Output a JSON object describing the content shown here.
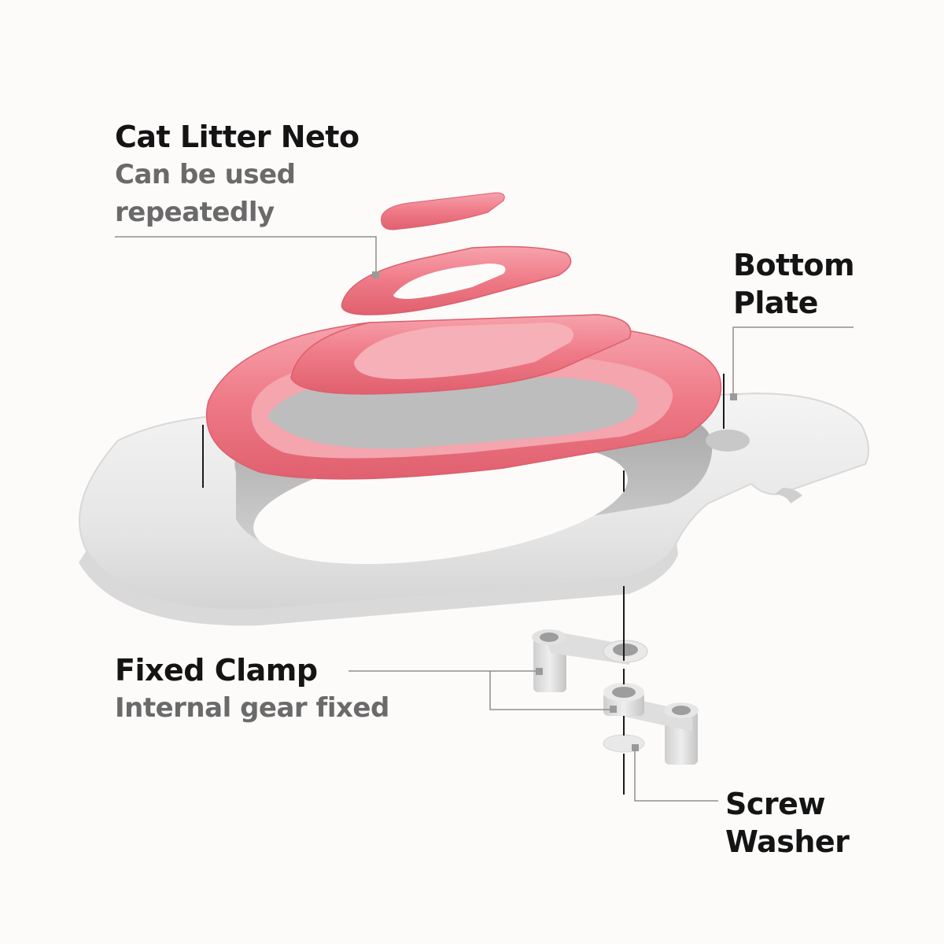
{
  "diagram": {
    "type": "exploded-product-diagram",
    "background_color": "#fdfbfa",
    "accent_color": "#ef7a87",
    "plate_color": "#e9e9e9",
    "callouts": [
      {
        "id": "cat-litter-neto",
        "title": "Cat Litter Neto",
        "subtitle_line1": "Can be used",
        "subtitle_line2": "repeatedly"
      },
      {
        "id": "bottom-plate",
        "title_line1": "Bottom",
        "title_line2": "Plate"
      },
      {
        "id": "fixed-clamp",
        "title": "Fixed Clamp",
        "subtitle": "Internal gear fixed"
      },
      {
        "id": "screw-washer",
        "title_line1": "Screw",
        "title_line2": "Washer"
      }
    ],
    "parts": [
      {
        "name": "small-insert",
        "color": "pink"
      },
      {
        "name": "middle-ring",
        "color": "pink"
      },
      {
        "name": "large-seat-ring",
        "color": "pink"
      },
      {
        "name": "bottom-plate",
        "color": "light-grey"
      },
      {
        "name": "fixed-clamp-upper",
        "color": "light-grey"
      },
      {
        "name": "fixed-clamp-lower",
        "color": "light-grey"
      },
      {
        "name": "screw-washer",
        "color": "light-grey"
      }
    ]
  }
}
